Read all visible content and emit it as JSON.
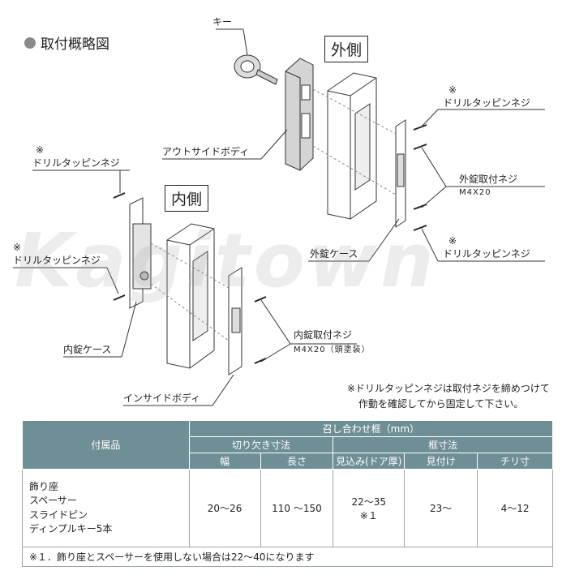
{
  "header": {
    "title": "取付概略図"
  },
  "side_labels": {
    "outside": "外側",
    "inside": "内側"
  },
  "callouts": {
    "key": "キー",
    "outside_body": "アウトサイドボディ",
    "inside_body": "インサイドボディ",
    "outer_case": "外錠ケース",
    "inner_case": "内錠ケース",
    "mark": "※",
    "drill_screw": "ドリルタッピンネジ",
    "outer_screw": "外錠取付ネジ",
    "outer_screw_spec": "M4X20",
    "inner_screw": "内錠取付ネジ",
    "inner_screw_spec": "M4X20（頭塗装）"
  },
  "watermark": "Kagitown",
  "note": {
    "line1": "※ドリルタッピンネジは取付ネジを締めつけて",
    "line2": "作動を確認してから固定して下さい。"
  },
  "table": {
    "accessories_header": "付属品",
    "frame_header": "召し合わせ框（mm）",
    "cutout_header": "切り欠き寸法",
    "frame_dim_header": "框寸法",
    "width_header": "幅",
    "length_header": "長さ",
    "depth_header": "見込み(ドア厚)",
    "face_header": "見付け",
    "clearance_header": "チリ寸",
    "items": [
      "飾り座",
      "スペーサー",
      "スライドピン",
      "ディンプルキー5本"
    ],
    "width_value": "20〜26",
    "length_value": "110 〜150",
    "depth_value": "22〜35",
    "depth_note": "※１",
    "face_value": "23〜",
    "clearance_value": "4〜12",
    "footer": "※１．飾り座とスペーサーを使用しない場合は22〜40になります"
  }
}
